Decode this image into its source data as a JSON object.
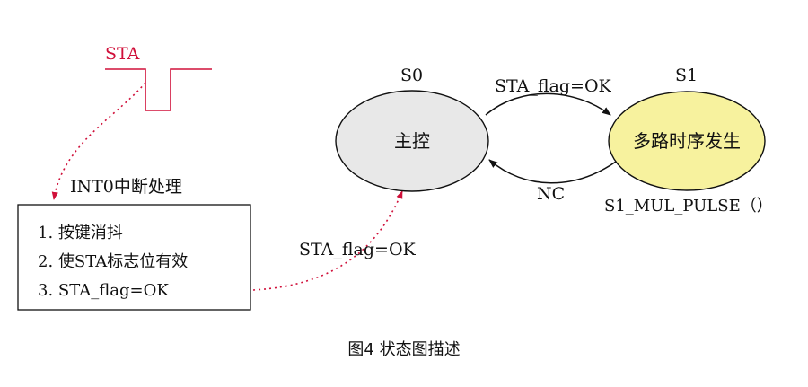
{
  "signal": {
    "label": "STA"
  },
  "interrupt": {
    "title": "INT0中断处理",
    "steps": [
      "1. 按键消抖",
      "2. 使STA标志位有效",
      "3. STA_flag=OK"
    ]
  },
  "arrow_labels": {
    "set_flag": "STA_flag=OK",
    "s0_to_s1": "STA_flag=OK",
    "s1_to_s0": "NC"
  },
  "states": [
    {
      "id": "S0",
      "label": "主控",
      "fill": "#e8e8e8"
    },
    {
      "id": "S1",
      "label": "多路时序发生",
      "fill": "#f7f29e",
      "function": "S1_MUL_PULSE（）"
    }
  ],
  "caption": "图4  状态图描述",
  "colors": {
    "signal": "#d0103a",
    "dotted_arrow": "#d0103a",
    "line": "#111111"
  }
}
